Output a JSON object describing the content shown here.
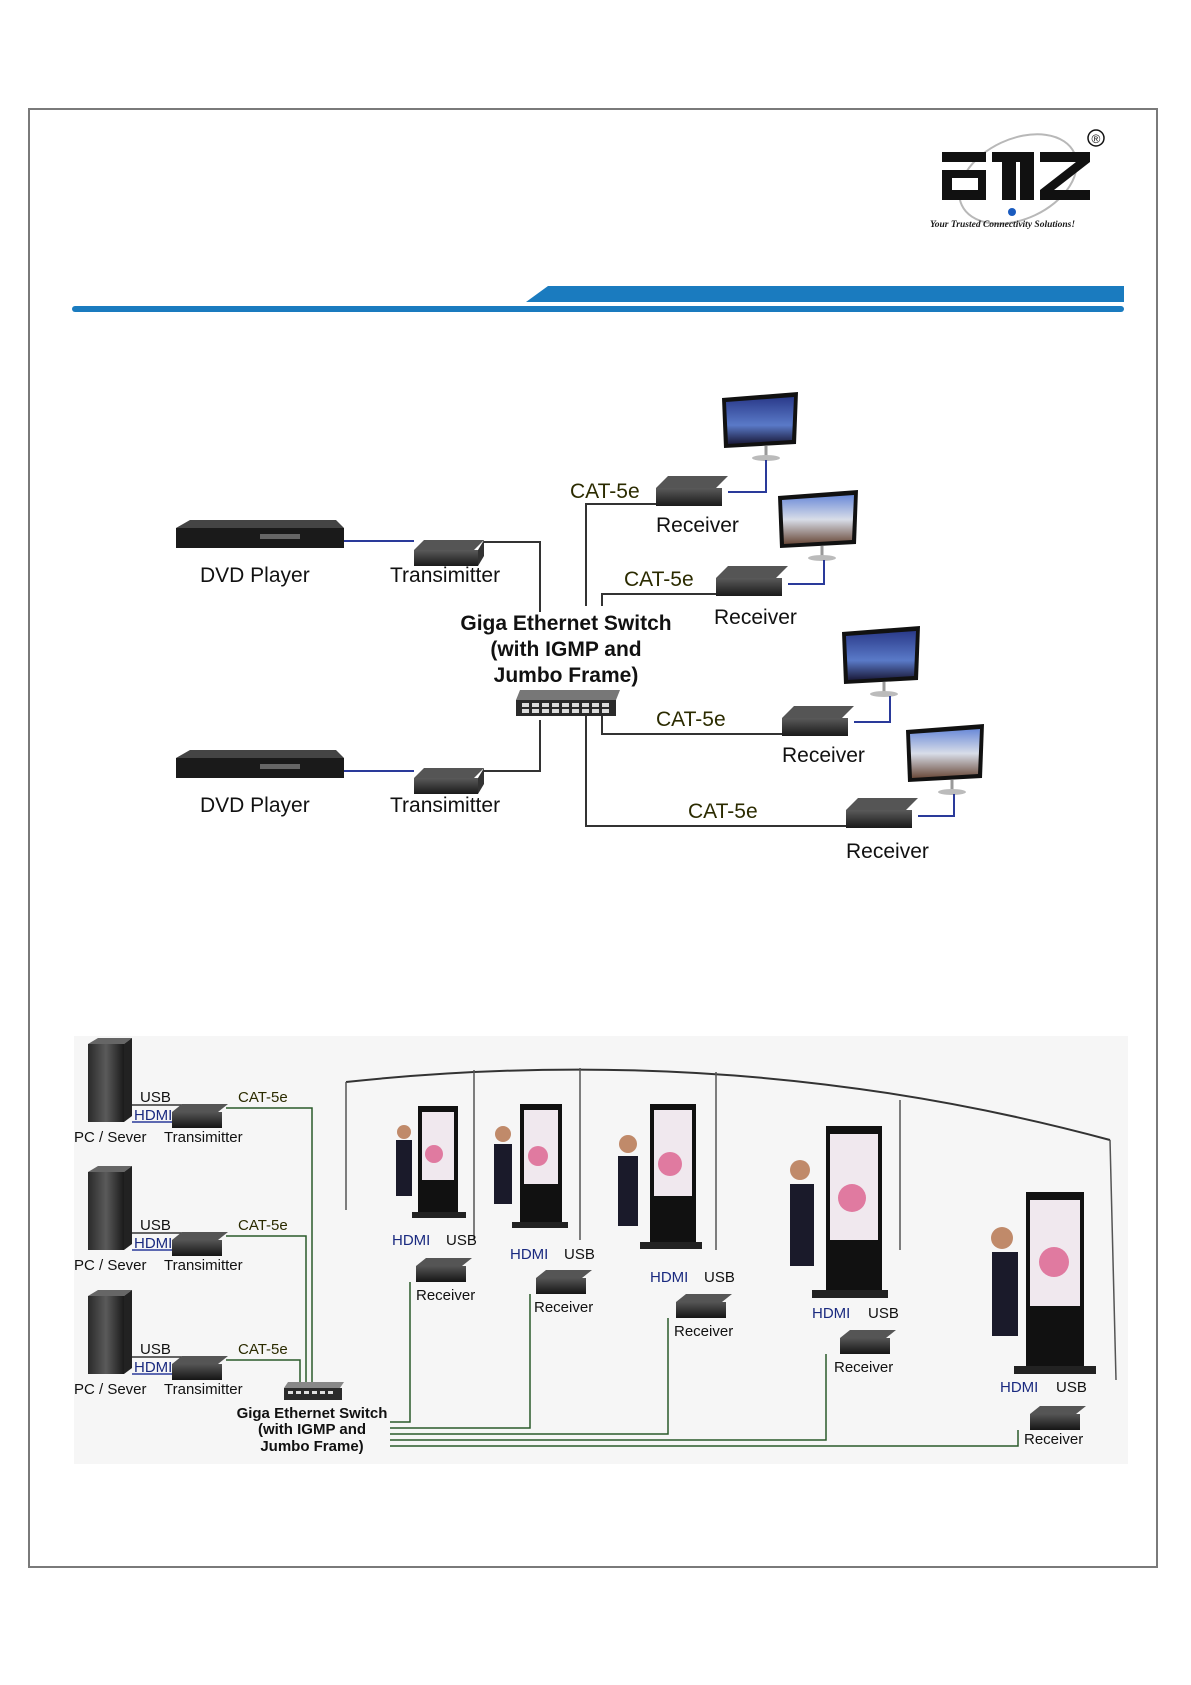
{
  "logo": {
    "registered_mark": "®",
    "tagline": "Your Trusted Connectivity Solutions!",
    "brand_color": "#1a7bbf"
  },
  "diagram1": {
    "dvd_player": "DVD Player",
    "transmitter": "Transimitter",
    "switch_lines": [
      "Giga Ethernet Switch",
      "(with IGMP and",
      "Jumbo Frame)"
    ],
    "cable": "CAT-5e",
    "receiver": "Receiver"
  },
  "diagram2": {
    "pc": "PC / Sever",
    "transmitter": "Transimitter",
    "usb": "USB",
    "hdmi": "HDMI",
    "cable": "CAT-5e",
    "receiver": "Receiver",
    "switch_lines": [
      "Giga Ethernet Switch",
      "(with IGMP and",
      "Jumbo Frame)"
    ]
  }
}
